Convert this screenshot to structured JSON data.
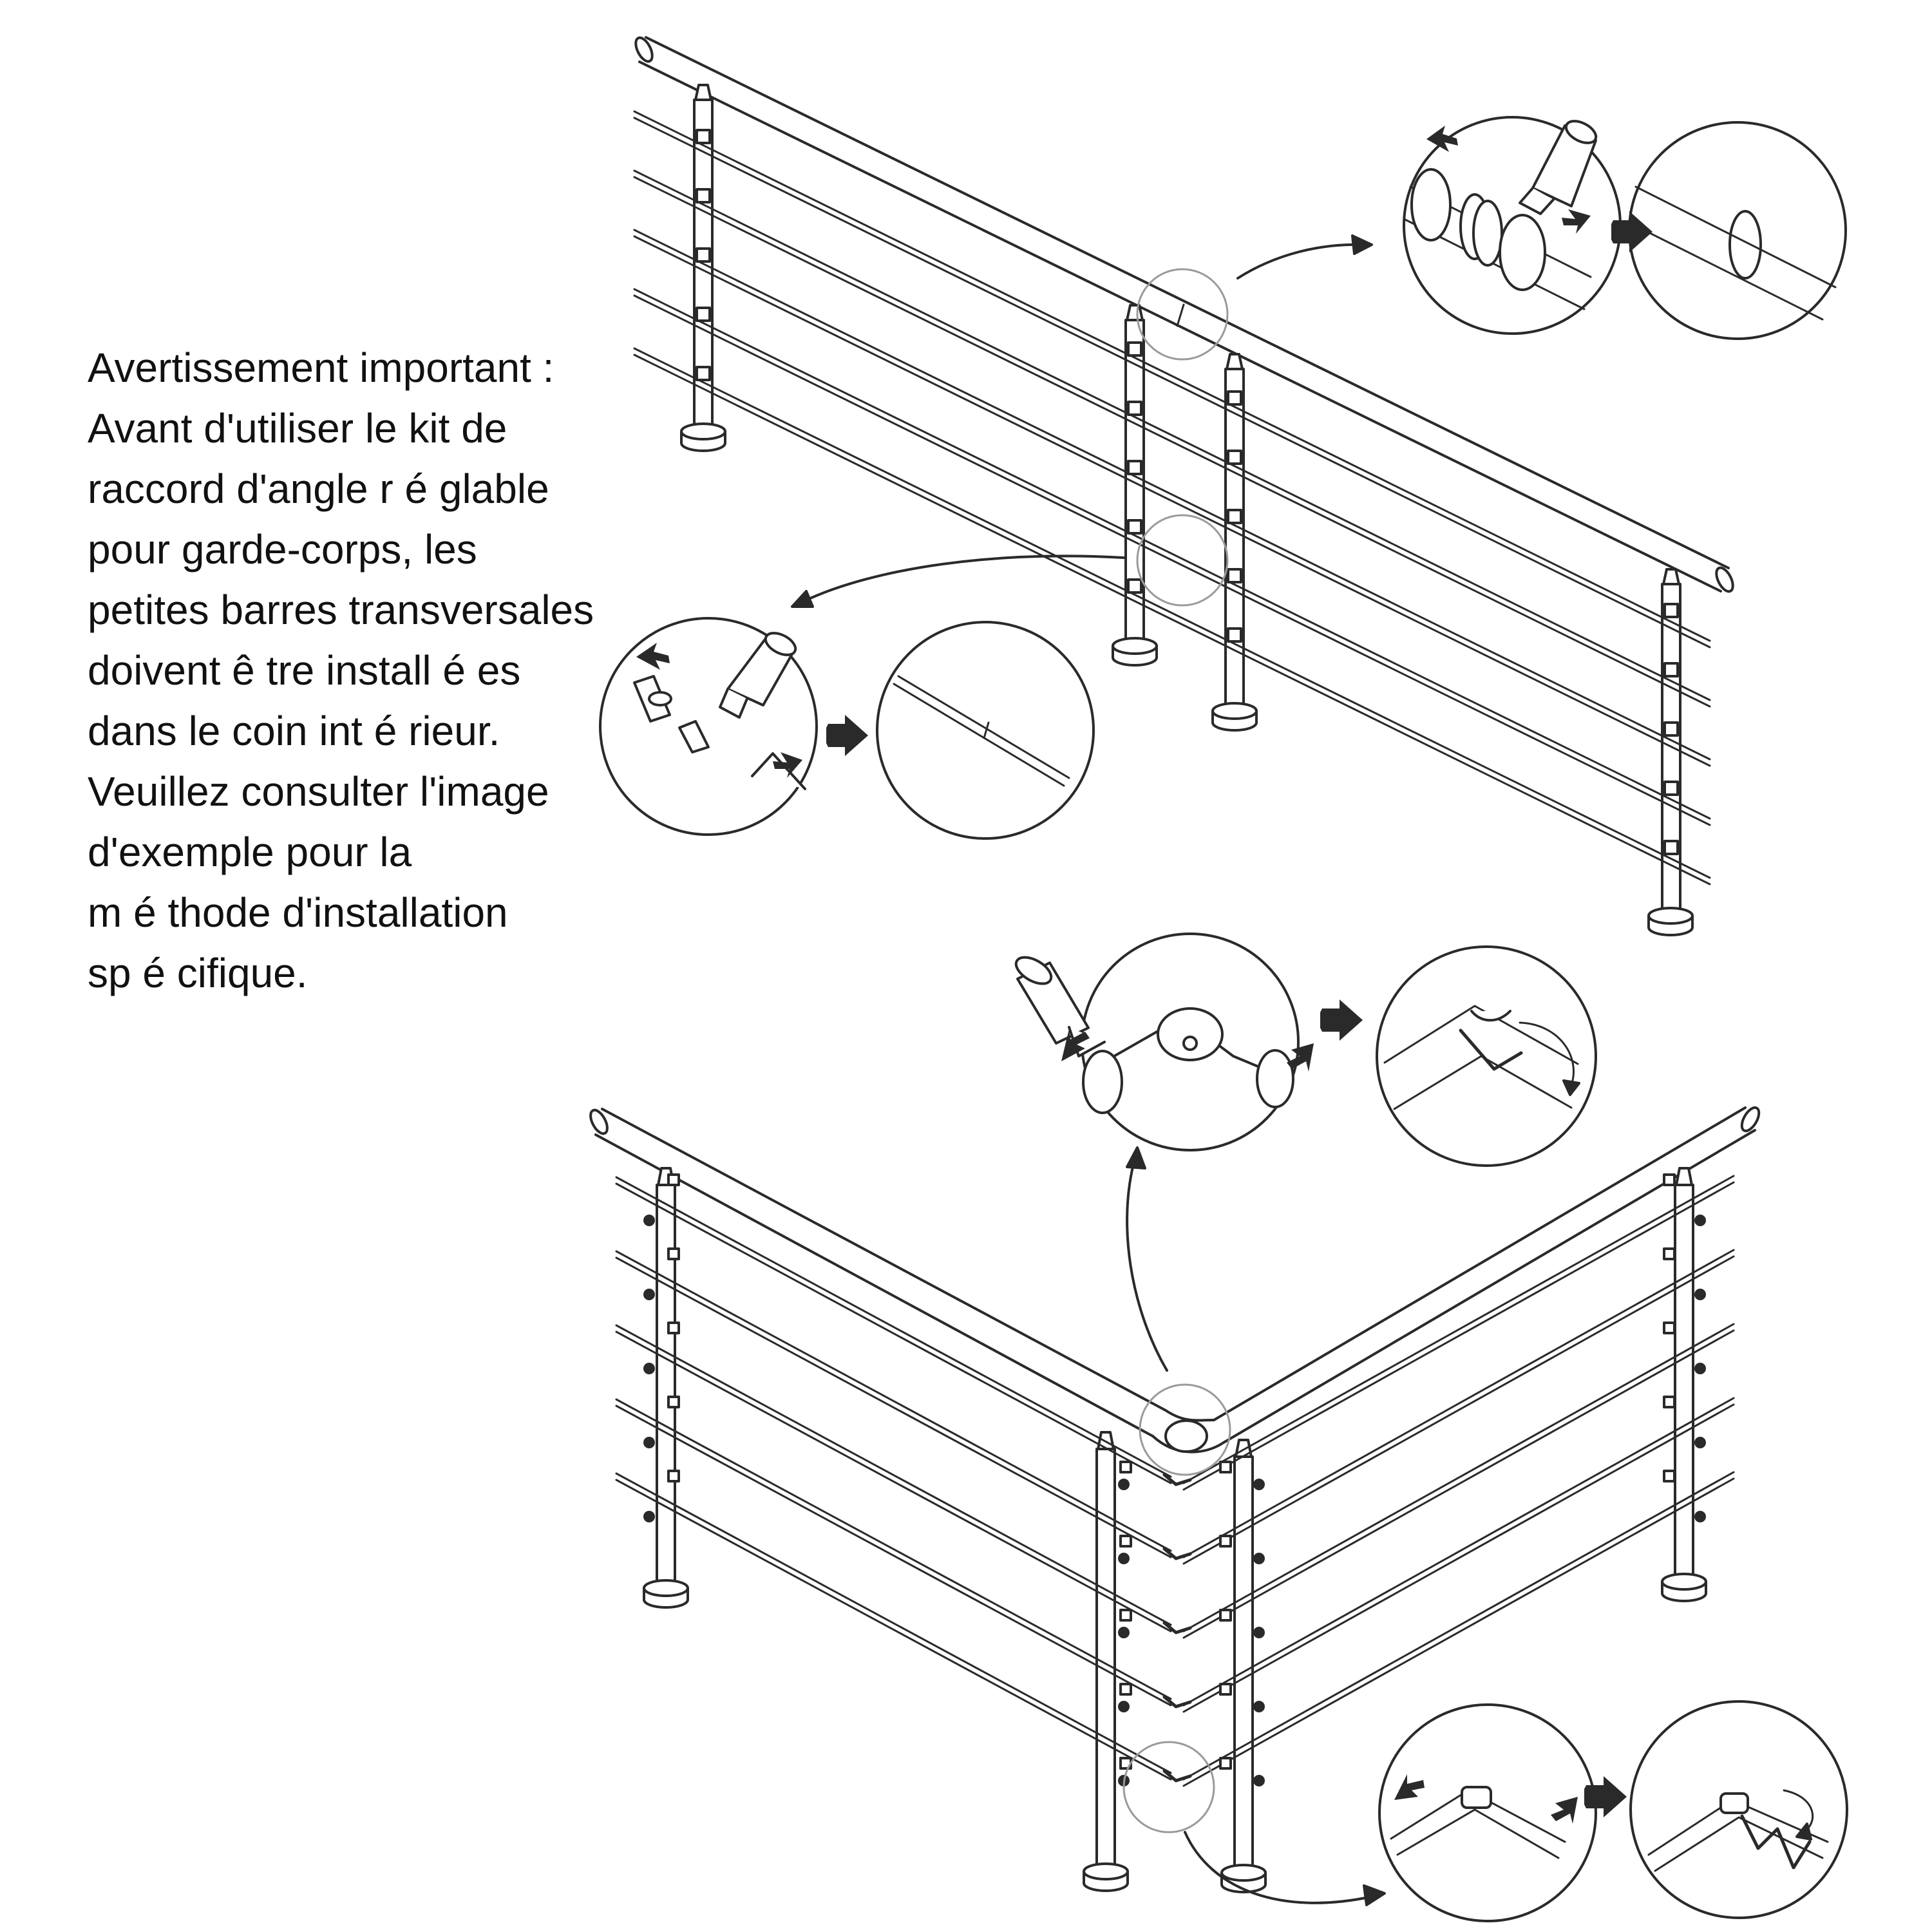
{
  "warning": {
    "lines": [
      "Avertissement important :",
      "Avant d'utiliser le kit de",
      "raccord d'angle r é glable",
      "pour garde-corps, les",
      "petites barres transversales",
      "doivent  ê tre install é es",
      "dans le coin int é rieur.",
      "Veuillez consulter l'image",
      "d'exemple pour la",
      "m é thode d'installation",
      "sp é cifique."
    ]
  },
  "colors": {
    "stroke": "#2a2a2a",
    "text": "#111111",
    "background": "#ffffff"
  },
  "icons": [
    "press-arrow-icon",
    "next-step-arrow-icon",
    "callout-arrow-icon",
    "rotation-arrow-icon"
  ]
}
